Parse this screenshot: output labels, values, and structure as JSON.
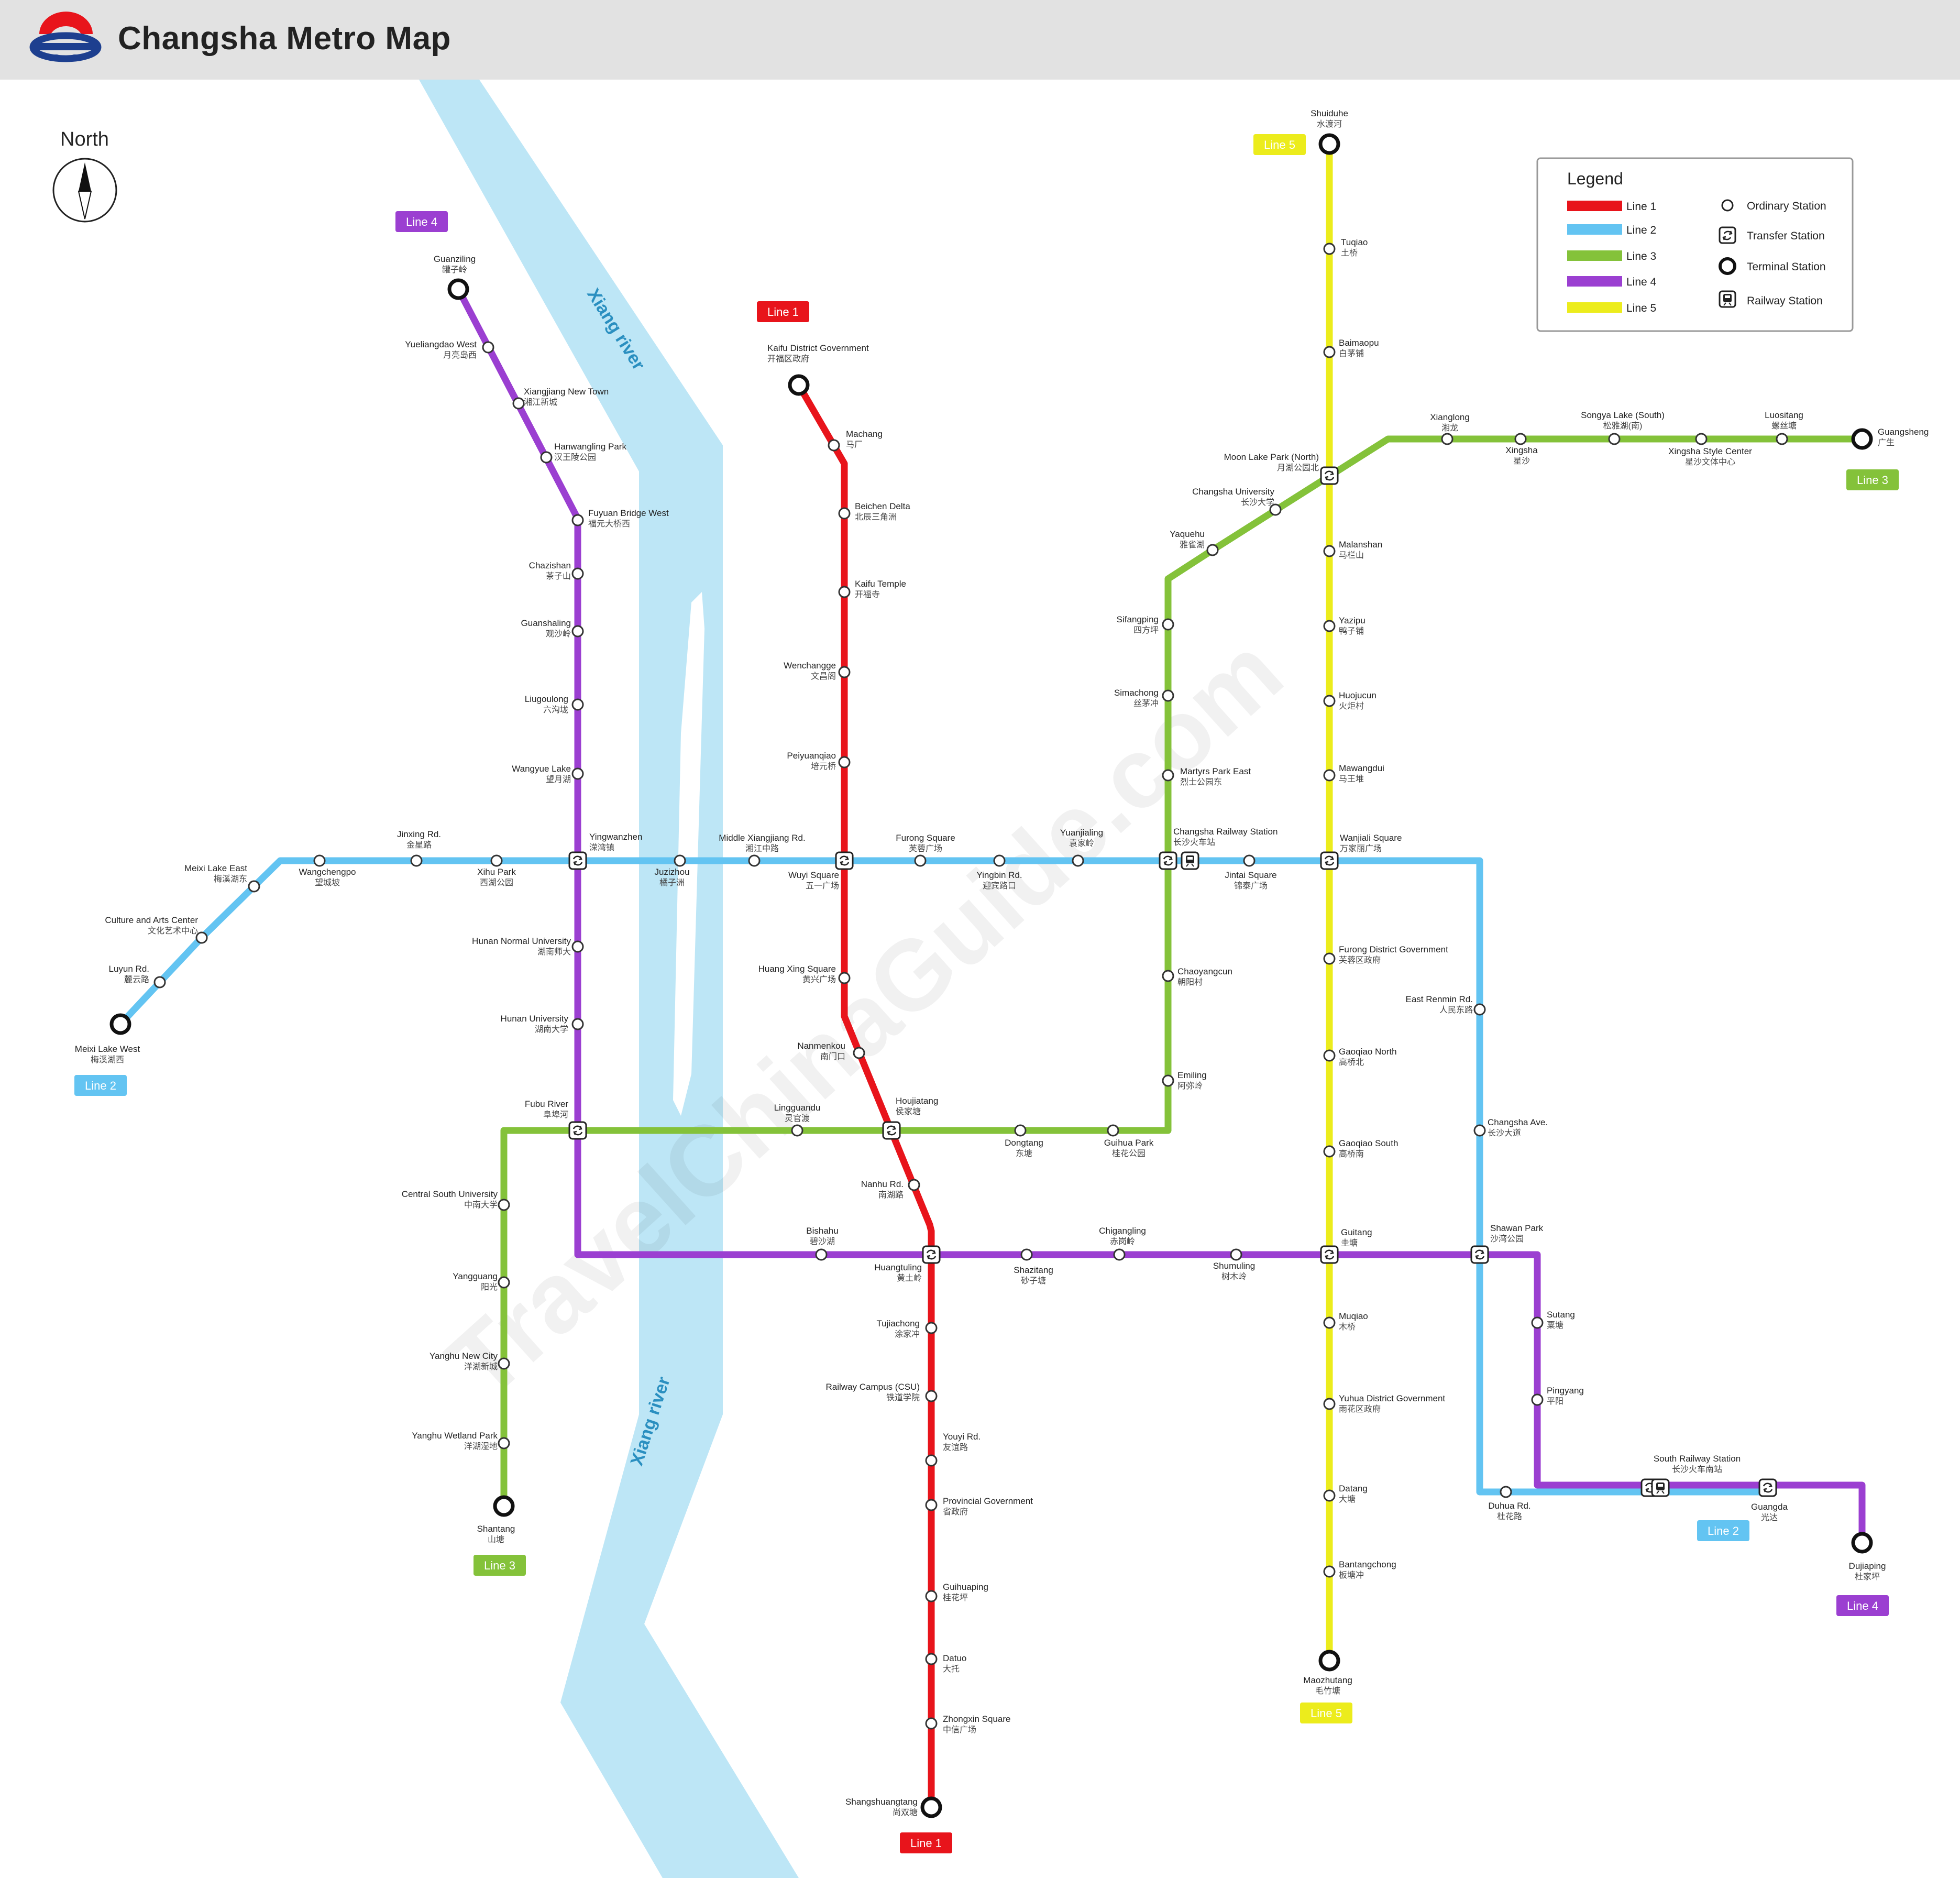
{
  "title": "Changsha Metro Map",
  "north_label": "North",
  "river_labels": [
    "Xiang river",
    "Xiang river"
  ],
  "watermark": "TravelChinaGuide.com",
  "colors": {
    "line1": "#e8141b",
    "line2": "#63c4f2",
    "line3": "#84c23a",
    "line4": "#9b3fd1",
    "line5": "#ecec1c",
    "river": "#bde6f6",
    "header": "#e2e2e2"
  },
  "legend": {
    "title": "Legend",
    "lines": [
      "Line 1",
      "Line 2",
      "Line 3",
      "Line 4",
      "Line 5"
    ],
    "symbols": [
      "Ordinary Station",
      "Transfer Station",
      "Terminal Station",
      "Railway Station"
    ]
  },
  "badges": {
    "line1_top": "Line 1",
    "line1_bottom": "Line 1",
    "line2_left": "Line 2",
    "line2_right": "Line 2",
    "line3_right": "Line 3",
    "line3_bottom": "Line 3",
    "line4_top": "Line 4",
    "line4_bottom": "Line 4",
    "line5_top": "Line 5",
    "line5_bottom": "Line 5"
  },
  "stations": [
    {
      "id": "kaifu-district-government",
      "en": "Kaifu District Government",
      "zh": "开福区政府",
      "type": "terminal"
    },
    {
      "id": "machang",
      "en": "Machang",
      "zh": "马厂",
      "type": "ordinary"
    },
    {
      "id": "beichen-delta",
      "en": "Beichen Delta",
      "zh": "北辰三角洲",
      "type": "ordinary"
    },
    {
      "id": "kaifu-temple",
      "en": "Kaifu Temple",
      "zh": "开福寺",
      "type": "ordinary"
    },
    {
      "id": "wenchangge",
      "en": "Wenchangge",
      "zh": "文昌阁",
      "type": "ordinary"
    },
    {
      "id": "peiyuanqiao",
      "en": "Peiyuanqiao",
      "zh": "培元桥",
      "type": "ordinary"
    },
    {
      "id": "wuyi-square",
      "en": "Wuyi Square",
      "zh": "五一广场",
      "type": "transfer"
    },
    {
      "id": "huang-xing-square",
      "en": "Huang Xing Square",
      "zh": "黄兴广场",
      "type": "ordinary"
    },
    {
      "id": "nanmenkou",
      "en": "Nanmenkou",
      "zh": "南门口",
      "type": "ordinary"
    },
    {
      "id": "houjiatang",
      "en": "Houjiatang",
      "zh": "侯家塘",
      "type": "transfer"
    },
    {
      "id": "nanhu-rd",
      "en": "Nanhu Rd.",
      "zh": "南湖路",
      "type": "ordinary"
    },
    {
      "id": "huangtuling",
      "en": "Huangtuling",
      "zh": "黄土岭",
      "type": "transfer"
    },
    {
      "id": "tujiachong",
      "en": "Tujiachong",
      "zh": "涂家冲",
      "type": "ordinary"
    },
    {
      "id": "railway-campus-csu",
      "en": "Railway Campus (CSU)",
      "zh": "铁道学院",
      "type": "ordinary"
    },
    {
      "id": "youyi-rd",
      "en": "Youyi Rd.",
      "zh": "友谊路",
      "type": "ordinary"
    },
    {
      "id": "provincial-government",
      "en": "Provincial Government",
      "zh": "省政府",
      "type": "ordinary"
    },
    {
      "id": "guihuaping",
      "en": "Guihuaping",
      "zh": "桂花坪",
      "type": "ordinary"
    },
    {
      "id": "datuo",
      "en": "Datuo",
      "zh": "大托",
      "type": "ordinary"
    },
    {
      "id": "zhongxin-square",
      "en": "Zhongxin Square",
      "zh": "中信广场",
      "type": "ordinary"
    },
    {
      "id": "shangshuangtang",
      "en": "Shangshuangtang",
      "zh": "尚双塘",
      "type": "terminal"
    },
    {
      "id": "meixi-lake-west",
      "en": "Meixi Lake West",
      "zh": "梅溪湖西",
      "type": "terminal"
    },
    {
      "id": "luyun-rd",
      "en": "Luyun Rd.",
      "zh": "麓云路",
      "type": "ordinary"
    },
    {
      "id": "culture-and-arts-center",
      "en": "Culture and Arts Center",
      "zh": "文化艺术中心",
      "type": "ordinary"
    },
    {
      "id": "meixi-lake-east",
      "en": "Meixi Lake East",
      "zh": "梅溪湖东",
      "type": "ordinary"
    },
    {
      "id": "wangchengpo",
      "en": "Wangchengpo",
      "zh": "望城坡",
      "type": "ordinary"
    },
    {
      "id": "jinxing-rd",
      "en": "Jinxing Rd.",
      "zh": "金星路",
      "type": "ordinary"
    },
    {
      "id": "xihu-park",
      "en": "Xihu Park",
      "zh": "西湖公园",
      "type": "ordinary"
    },
    {
      "id": "yingwanzhen",
      "en": "Yingwanzhen",
      "zh": "溁湾镇",
      "type": "transfer"
    },
    {
      "id": "juzizhou",
      "en": "Juzizhou",
      "zh": "橘子洲",
      "type": "ordinary"
    },
    {
      "id": "middle-xiangjiang-rd",
      "en": "Middle Xiangjiang Rd.",
      "zh": "湘江中路",
      "type": "ordinary"
    },
    {
      "id": "furong-square",
      "en": "Furong Square",
      "zh": "芙蓉广场",
      "type": "ordinary"
    },
    {
      "id": "yingbin-rd",
      "en": "Yingbin Rd.",
      "zh": "迎宾路口",
      "type": "ordinary"
    },
    {
      "id": "yuanjialing",
      "en": "Yuanjialing",
      "zh": "袁家岭",
      "type": "ordinary"
    },
    {
      "id": "changsha-railway-station",
      "en": "Changsha Railway Station",
      "zh": "长沙火车站",
      "type": "transfer"
    },
    {
      "id": "jintai-square",
      "en": "Jintai Square",
      "zh": "锦泰广场",
      "type": "ordinary"
    },
    {
      "id": "wanjiali-square",
      "en": "Wanjiali Square",
      "zh": "万家丽广场",
      "type": "transfer"
    },
    {
      "id": "east-renmin-rd",
      "en": "East Renmin Rd.",
      "zh": "人民东路",
      "type": "ordinary"
    },
    {
      "id": "changsha-ave",
      "en": "Changsha Ave.",
      "zh": "长沙大道",
      "type": "ordinary"
    },
    {
      "id": "shawan-park",
      "en": "Shawan Park",
      "zh": "沙湾公园",
      "type": "transfer"
    },
    {
      "id": "duhua-rd",
      "en": "Duhua Rd.",
      "zh": "杜花路",
      "type": "ordinary"
    },
    {
      "id": "south-railway-station",
      "en": "South Railway Station",
      "zh": "长沙火车南站",
      "type": "transfer"
    },
    {
      "id": "guangda",
      "en": "Guangda",
      "zh": "光达",
      "type": "transfer"
    },
    {
      "id": "shantang",
      "en": "Shantang",
      "zh": "山塘",
      "type": "terminal"
    },
    {
      "id": "yanghu-wetland-park",
      "en": "Yanghu Wetland Park",
      "zh": "洋湖湿地",
      "type": "ordinary"
    },
    {
      "id": "yanghu-new-city",
      "en": "Yanghu New City",
      "zh": "洋湖新城",
      "type": "ordinary"
    },
    {
      "id": "yangguang",
      "en": "Yangguang",
      "zh": "阳光",
      "type": "ordinary"
    },
    {
      "id": "central-south-university",
      "en": "Central South University",
      "zh": "中南大学",
      "type": "ordinary"
    },
    {
      "id": "fubu-river",
      "en": "Fubu River",
      "zh": "阜埠河",
      "type": "transfer"
    },
    {
      "id": "lingguandu",
      "en": "Lingguandu",
      "zh": "灵官渡",
      "type": "ordinary"
    },
    {
      "id": "dongtang",
      "en": "Dongtang",
      "zh": "东塘",
      "type": "ordinary"
    },
    {
      "id": "guihua-park",
      "en": "Guihua Park",
      "zh": "桂花公园",
      "type": "ordinary"
    },
    {
      "id": "emiling",
      "en": "Emiling",
      "zh": "阿弥岭",
      "type": "ordinary"
    },
    {
      "id": "chaoyangcun",
      "en": "Chaoyangcun",
      "zh": "朝阳村",
      "type": "ordinary"
    },
    {
      "id": "martyrs-park-east",
      "en": "Martyrs Park East",
      "zh": "烈士公园东",
      "type": "ordinary"
    },
    {
      "id": "simachong",
      "en": "Simachong",
      "zh": "丝茅冲",
      "type": "ordinary"
    },
    {
      "id": "sifangping",
      "en": "Sifangping",
      "zh": "四方坪",
      "type": "ordinary"
    },
    {
      "id": "yaquehu",
      "en": "Yaquehu",
      "zh": "雅雀湖",
      "type": "ordinary"
    },
    {
      "id": "changsha-university",
      "en": "Changsha University",
      "zh": "长沙大学",
      "type": "ordinary"
    },
    {
      "id": "moon-lake-park-north",
      "en": "Moon Lake Park (North)",
      "zh": "月湖公园北",
      "type": "transfer"
    },
    {
      "id": "xianglong",
      "en": "Xianglong",
      "zh": "湘龙",
      "type": "ordinary"
    },
    {
      "id": "xingsha",
      "en": "Xingsha",
      "zh": "星沙",
      "type": "ordinary"
    },
    {
      "id": "songya-lake-south",
      "en": "Songya Lake (South)",
      "zh": "松雅湖(南)",
      "type": "ordinary"
    },
    {
      "id": "xingsha-style-center",
      "en": "Xingsha Style Center",
      "zh": "星沙文体中心",
      "type": "ordinary"
    },
    {
      "id": "luositang",
      "en": "Luositang",
      "zh": "螺丝塘",
      "type": "ordinary"
    },
    {
      "id": "guangsheng",
      "en": "Guangsheng",
      "zh": "广生",
      "type": "terminal"
    },
    {
      "id": "guanziling",
      "en": "Guanziling",
      "zh": "罐子岭",
      "type": "terminal"
    },
    {
      "id": "yueliangdao-west",
      "en": "Yueliangdao West",
      "zh": "月亮岛西",
      "type": "ordinary"
    },
    {
      "id": "xiangjiang-new-town",
      "en": "Xiangjiang New Town",
      "zh": "湘江新城",
      "type": "ordinary"
    },
    {
      "id": "hanwangling-park",
      "en": "Hanwangling Park",
      "zh": "汉王陵公园",
      "type": "ordinary"
    },
    {
      "id": "fuyuan-bridge-west",
      "en": "Fuyuan Bridge West",
      "zh": "福元大桥西",
      "type": "ordinary"
    },
    {
      "id": "chazishan",
      "en": "Chazishan",
      "zh": "茶子山",
      "type": "ordinary"
    },
    {
      "id": "guanshaling",
      "en": "Guanshaling",
      "zh": "观沙岭",
      "type": "ordinary"
    },
    {
      "id": "liugoulong",
      "en": "Liugoulong",
      "zh": "六沟垅",
      "type": "ordinary"
    },
    {
      "id": "wangyue-lake",
      "en": "Wangyue Lake",
      "zh": "望月湖",
      "type": "ordinary"
    },
    {
      "id": "hunan-normal-university",
      "en": "Hunan Normal University",
      "zh": "湖南师大",
      "type": "ordinary"
    },
    {
      "id": "hunan-university",
      "en": "Hunan University",
      "zh": "湖南大学",
      "type": "ordinary"
    },
    {
      "id": "bishahu",
      "en": "Bishahu",
      "zh": "碧沙湖",
      "type": "ordinary"
    },
    {
      "id": "shazitang",
      "en": "Shazitang",
      "zh": "砂子塘",
      "type": "ordinary"
    },
    {
      "id": "chigangling",
      "en": "Chigangling",
      "zh": "赤岗岭",
      "type": "ordinary"
    },
    {
      "id": "shumuling",
      "en": "Shumuling",
      "zh": "树木岭",
      "type": "ordinary"
    },
    {
      "id": "guitang",
      "en": "Guitang",
      "zh": "圭塘",
      "type": "transfer"
    },
    {
      "id": "sutang",
      "en": "Sutang",
      "zh": "粟塘",
      "type": "ordinary"
    },
    {
      "id": "pingyang",
      "en": "Pingyang",
      "zh": "平阳",
      "type": "ordinary"
    },
    {
      "id": "dujiaping",
      "en": "Dujiaping",
      "zh": "杜家坪",
      "type": "terminal"
    },
    {
      "id": "shuiduhe",
      "en": "Shuiduhe",
      "zh": "水渡河",
      "type": "terminal"
    },
    {
      "id": "tuqiao",
      "en": "Tuqiao",
      "zh": "土桥",
      "type": "ordinary"
    },
    {
      "id": "baimaopu",
      "en": "Baimaopu",
      "zh": "白茅铺",
      "type": "ordinary"
    },
    {
      "id": "malanshan",
      "en": "Malanshan",
      "zh": "马栏山",
      "type": "ordinary"
    },
    {
      "id": "yazipu",
      "en": "Yazipu",
      "zh": "鸭子铺",
      "type": "ordinary"
    },
    {
      "id": "huojucun",
      "en": "Huojucun",
      "zh": "火炬村",
      "type": "ordinary"
    },
    {
      "id": "mawangdui",
      "en": "Mawangdui",
      "zh": "马王堆",
      "type": "ordinary"
    },
    {
      "id": "furong-district-government",
      "en": "Furong District Government",
      "zh": "芙蓉区政府",
      "type": "ordinary"
    },
    {
      "id": "gaoqiao-north",
      "en": "Gaoqiao North",
      "zh": "高桥北",
      "type": "ordinary"
    },
    {
      "id": "gaoqiao-south",
      "en": "Gaoqiao South",
      "zh": "高桥南",
      "type": "ordinary"
    },
    {
      "id": "muqiao",
      "en": "Muqiao",
      "zh": "木桥",
      "type": "ordinary"
    },
    {
      "id": "yuhua-district-government",
      "en": "Yuhua District Government",
      "zh": "雨花区政府",
      "type": "ordinary"
    },
    {
      "id": "datang",
      "en": "Datang",
      "zh": "大塘",
      "type": "ordinary"
    },
    {
      "id": "bantangchong",
      "en": "Bantangchong",
      "zh": "板塘冲",
      "type": "ordinary"
    },
    {
      "id": "maozhutang",
      "en": "Maozhutang",
      "zh": "毛竹塘",
      "type": "terminal"
    }
  ]
}
